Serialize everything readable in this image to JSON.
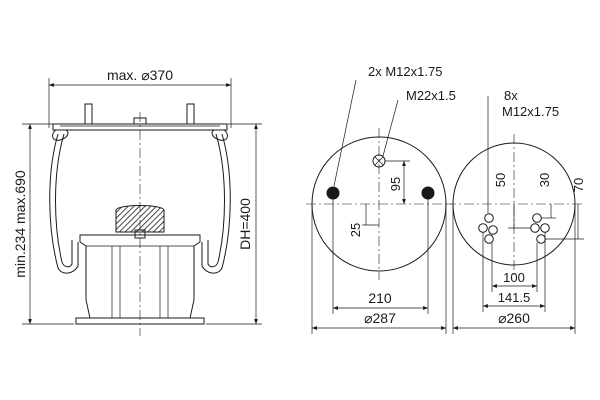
{
  "drawing": {
    "side_view": {
      "top_width_label": "max. ⌀370",
      "height_range_label": "min.234 max.690",
      "design_height_label": "DH=400"
    },
    "top_plate_view": {
      "stud_callout": "2x M12x1.75",
      "air_inlet_callout": "M22x1.5",
      "offset_vertical_label": "95",
      "offset_vertical_lower_label": "25",
      "bolt_spacing_label": "210",
      "diameter_label": "⌀287"
    },
    "bottom_plate_view": {
      "hole_count_label": "8x",
      "hole_thread_label": "M12x1.75",
      "offset_50_label": "50",
      "offset_30_label": "30",
      "offset_70_label": "70",
      "spacing_100_label": "100",
      "spacing_141_label": "141.5",
      "diameter_label": "⌀260"
    }
  }
}
